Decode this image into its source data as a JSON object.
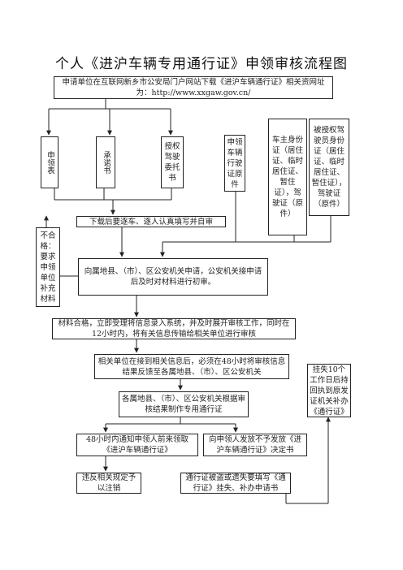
{
  "title": "个人《进沪车辆专用通行证》申领审核流程图",
  "boxes": {
    "download": "申请单位在互联网新乡市公安局门户网站下载《进沪车辆通行证》相关资网址为：http://www.xxgaw.gov.cn/",
    "form": "申领表",
    "promise": "承诺书",
    "authorization": "授权驾驶委托书",
    "license_copy": "申领车辆行驶证原件",
    "owner_id": "车主身份证（居住证、临时居住证、暂住证），驾驶证（原件）",
    "agent_id": "被授权驾驶员身份证（居住证、临时居住证、暂住证），驾驶证（原件）",
    "fill_in": "下载后要逐车、逐人认真填写并自审",
    "reject": "不合格：要求申领单位补充材料",
    "submit": "向属地县、（市）、区公安机关申请，公安机关接申请后及时对材料进行初审。",
    "qualified": "材料合格，立即受理将信息录入系统，并及时展开审核工作，同时在12小时内，将有关信息传输给相关单位进行审核",
    "feedback": "相关单位在接到相关信息后，必须在48小时将审核信息结果反馈至各属地县、（市）、区公安机关",
    "reissue": "挂失10个工作日后持回执到原发证机关补办《通行证》",
    "produce": "各属地县、（市）、区公安机关根据审核结果制作专用通行证",
    "notify": "48小时内通知申领人前来领取《进沪车辆通行证》",
    "deny": "向申领人发放不予发放《进沪车辆通行证》决定书",
    "cancel": "违反相关规定予以注销",
    "lost": "通行证被盗或遗失要填写《通行证》挂失、补办申请书"
  }
}
